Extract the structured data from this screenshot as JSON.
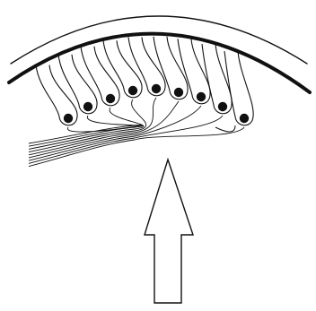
{
  "diagram": {
    "subject": "inverted-retina-schematic",
    "photoreceptor_count": 9,
    "nerve_fiber_count": 9,
    "has_light_arrow": true,
    "colors": {
      "ink": "#111111",
      "background": "#ffffff"
    }
  }
}
